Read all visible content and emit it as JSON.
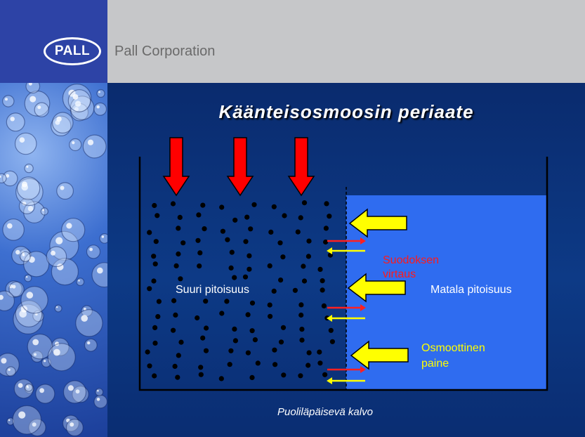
{
  "header": {
    "logo_text": "PALL",
    "company_name": "Pall Corporation"
  },
  "title": "Käänteisosmoosin periaate",
  "labels": {
    "high_concentration": "Suuri pitoisuus",
    "low_concentration": "Matala pitoisuus",
    "permeate_flow": "Suodoksen virtaus",
    "osmotic_pressure": "Osmoottinen paine",
    "membrane": "Puoliläpäisevä kalvo"
  },
  "colors": {
    "pressure_arrow": "#ff0000",
    "osmotic_arrow": "#ffff00",
    "low_side_fill": "#2f6cf0",
    "permeate_text": "#ff0000",
    "osmotic_text": "#ffff00"
  },
  "icons": [
    "down-pressure-arrow",
    "osmotic-pressure-arrow",
    "flow-arrow-right",
    "flow-arrow-left"
  ]
}
